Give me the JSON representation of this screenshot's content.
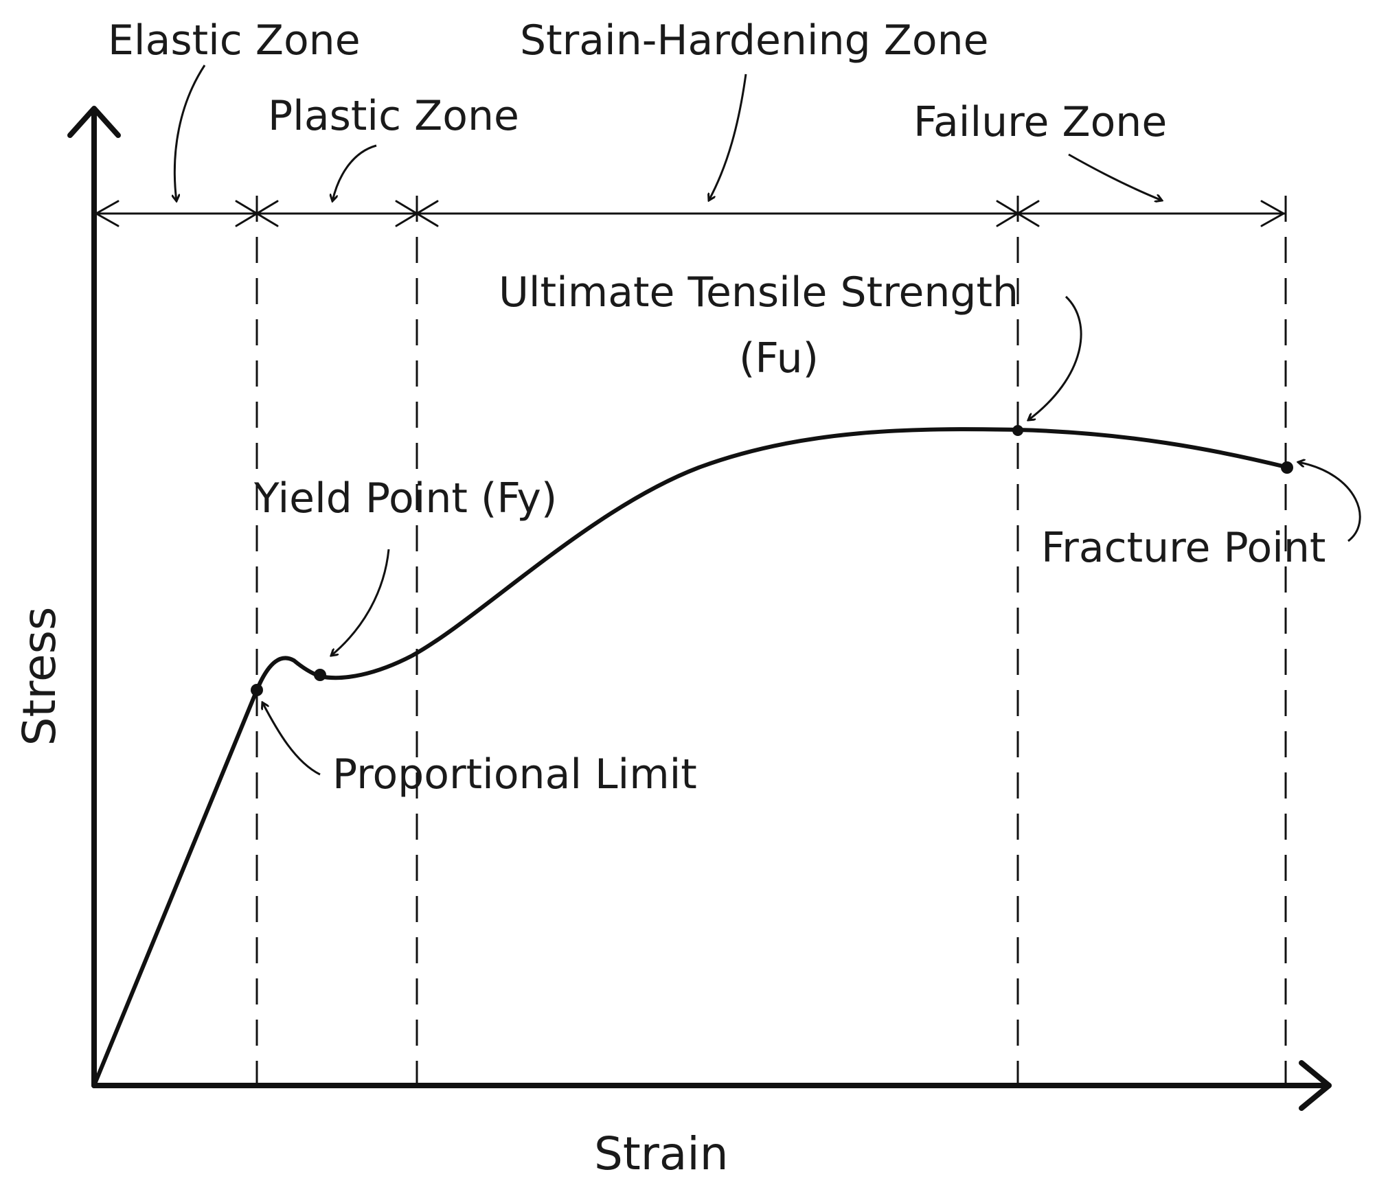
{
  "axes": {
    "x_label": "Strain",
    "y_label": "Stress"
  },
  "zones": {
    "elastic": "Elastic Zone",
    "plastic": "Plastic Zone",
    "strain_hardening": "Strain-Hardening Zone",
    "failure": "Failure Zone"
  },
  "points": {
    "ultimate_line1": "Ultimate Tensile Strength",
    "ultimate_line2": "(Fu)",
    "yield": "Yield Point (Fy)",
    "fracture": "Fracture Point",
    "proportional": "Proportional Limit"
  },
  "colors": {
    "ink": "#111111",
    "background": "#ffffff"
  }
}
